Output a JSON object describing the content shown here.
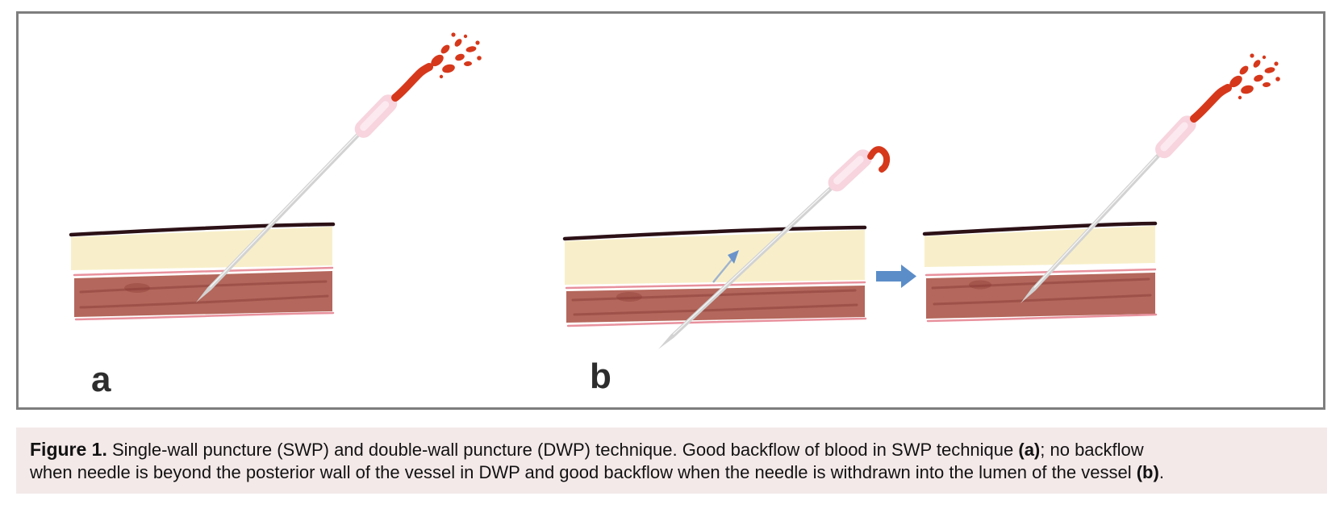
{
  "figure": {
    "panels": [
      {
        "label": "a"
      },
      {
        "label": "b"
      }
    ]
  },
  "caption": {
    "line1": {
      "figure_label": "Figure 1.",
      "text_a": " Single-wall puncture (SWP) and double-wall puncture (DWP) technique. Good backflow of blood in SWP technique ",
      "bold_a": "(a)",
      "text_b": "; no backflow"
    },
    "line2": {
      "text_a": "when needle is beyond the posterior wall of the vessel in DWP and good backflow when the needle is withdrawn into the lumen of the vessel ",
      "bold_b": "(b)",
      "text_c": "."
    }
  },
  "colors": {
    "blood_red": "#d6381c",
    "vessel_fill": "#b4675c",
    "vessel_edge": "#e8919d",
    "skin_line": "#2c1117",
    "subcutaneous_fill": "#f8efca",
    "needle_shaft": "#d2d2d2",
    "needle_hub": "#f7d4de",
    "arrow_blue": "#5b8dc8",
    "caption_bg": "#f4e9e9",
    "frame_border": "#7e7e7e"
  }
}
